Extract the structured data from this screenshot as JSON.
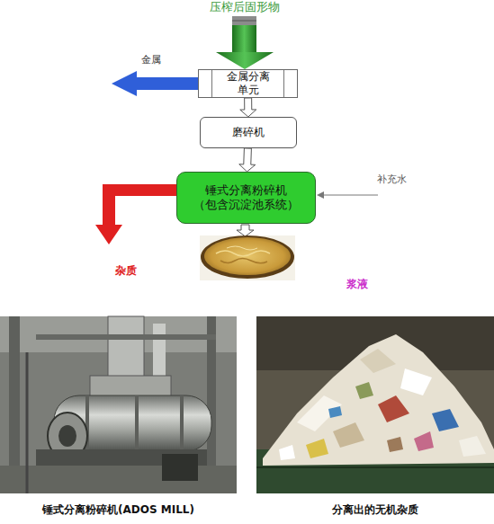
{
  "diagram": {
    "nodes": [
      {
        "text": [
          "金属分离单元"
        ]
      },
      {
        "text": [
          "磨碎机"
        ]
      },
      {
        "text": [
          "锤式分离粉碎机",
          "（包含沉淀池系统）"
        ]
      }
    ],
    "edges": [
      {
        "from": 0,
        "to": 1,
        "arrow": "to"
      },
      {
        "from": 1,
        "to": 2,
        "arrow": "to"
      }
    ],
    "labels": [
      "压榨后固形物",
      "金属",
      "补充水",
      "杂质",
      "浆液",
      "锤式分离粉碎机(ADOS MILL)",
      "分离出的无机杂质"
    ]
  }
}
